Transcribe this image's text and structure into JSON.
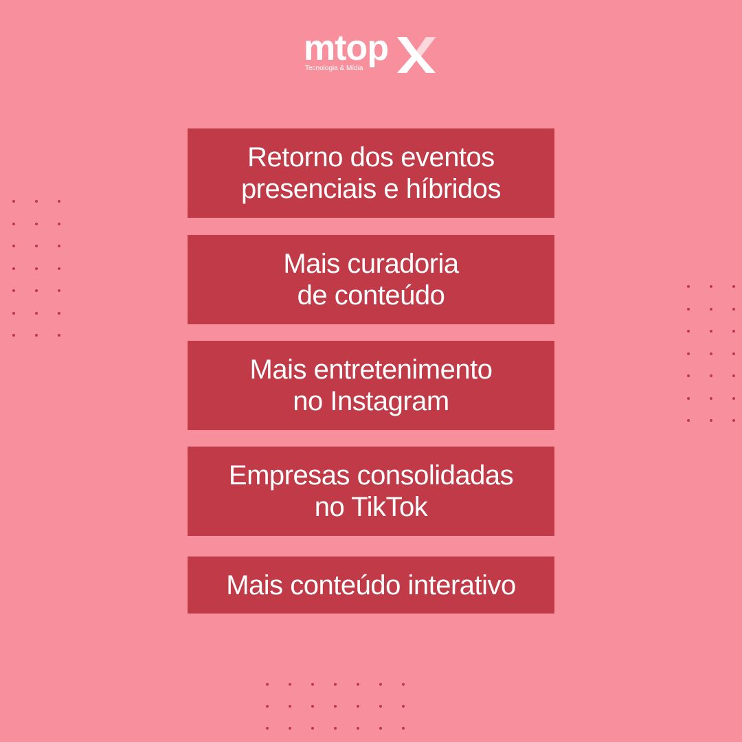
{
  "brand": {
    "name": "mtop",
    "tagline": "Tecnologia & Mídia",
    "logo_mark": "x-icon"
  },
  "cards": [
    {
      "text": "Retorno dos eventos\npresenciais e híbridos"
    },
    {
      "text": "Mais curadoria\nde conteúdo"
    },
    {
      "text": "Mais entretenimento\nno Instagram"
    },
    {
      "text": "Empresas consolidadas\nno TikTok"
    },
    {
      "text": "Mais conteúdo interativo"
    }
  ],
  "colors": {
    "background": "#f7909c",
    "card": "#c03a47",
    "text": "#ffffff",
    "dots": "#c0364a"
  }
}
